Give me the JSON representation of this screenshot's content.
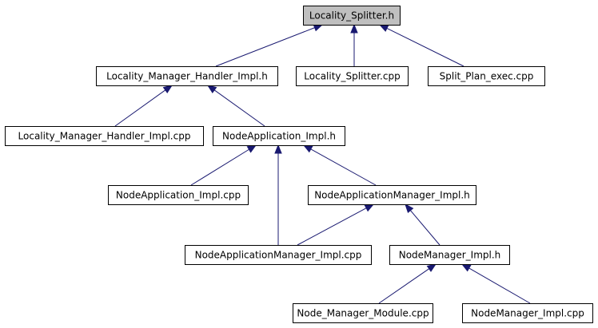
{
  "diagram": {
    "nodes": [
      {
        "id": "n0",
        "label": "Locality_Splitter.h",
        "highlight": true
      },
      {
        "id": "n1",
        "label": "Locality_Manager_Handler_Impl.h"
      },
      {
        "id": "n2",
        "label": "Locality_Splitter.cpp"
      },
      {
        "id": "n3",
        "label": "Split_Plan_exec.cpp"
      },
      {
        "id": "n4",
        "label": "Locality_Manager_Handler_Impl.cpp"
      },
      {
        "id": "n5",
        "label": "NodeApplication_Impl.h"
      },
      {
        "id": "n6",
        "label": "NodeApplication_Impl.cpp"
      },
      {
        "id": "n7",
        "label": "NodeApplicationManager_Impl.h"
      },
      {
        "id": "n8",
        "label": "NodeApplicationManager_Impl.cpp"
      },
      {
        "id": "n9",
        "label": "NodeManager_Impl.h"
      },
      {
        "id": "n10",
        "label": "Node_Manager_Module.cpp"
      },
      {
        "id": "n11",
        "label": "NodeManager_Impl.cpp"
      }
    ],
    "edges": [
      {
        "from": "n1",
        "to": "n0"
      },
      {
        "from": "n2",
        "to": "n0"
      },
      {
        "from": "n3",
        "to": "n0"
      },
      {
        "from": "n4",
        "to": "n1"
      },
      {
        "from": "n5",
        "to": "n1"
      },
      {
        "from": "n6",
        "to": "n5"
      },
      {
        "from": "n7",
        "to": "n5"
      },
      {
        "from": "n8",
        "to": "n5"
      },
      {
        "from": "n8",
        "to": "n7"
      },
      {
        "from": "n9",
        "to": "n7"
      },
      {
        "from": "n10",
        "to": "n9"
      },
      {
        "from": "n11",
        "to": "n9"
      }
    ],
    "colors": {
      "highlight_fill": "#bfbfbf",
      "node_fill": "#ffffff",
      "border": "#000000",
      "edge": "#191970"
    }
  }
}
